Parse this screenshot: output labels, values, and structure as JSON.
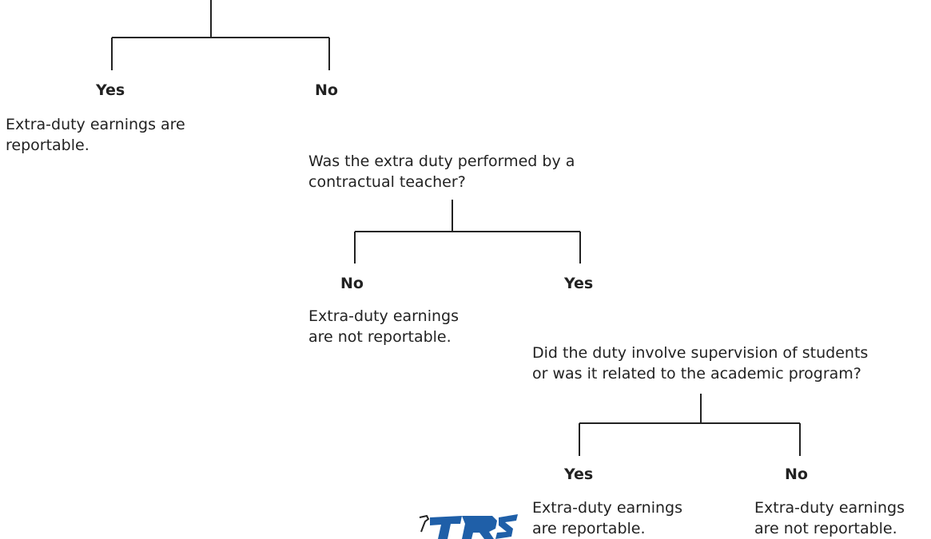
{
  "top_branch": {
    "yes_label": "Yes",
    "no_label": "No",
    "yes_outcome": "Extra-duty earnings are\nreportable."
  },
  "question_contractual": {
    "text": "Was the extra duty performed by a\ncontractual teacher?",
    "no_label": "No",
    "yes_label": "Yes",
    "no_outcome": "Extra-duty earnings\nare not reportable."
  },
  "question_supervision": {
    "text": "Did the duty involve supervision of students\nor was it related to the academic program?",
    "yes_label": "Yes",
    "no_label": "No",
    "yes_outcome": "Extra-duty earnings\nare reportable.",
    "no_outcome": "Extra-duty earnings\nare not reportable."
  },
  "logo": {
    "name": "trs-logo",
    "text": "TRS",
    "color": "#1f5fa8"
  },
  "colors": {
    "line": "#222222",
    "text": "#222222"
  }
}
